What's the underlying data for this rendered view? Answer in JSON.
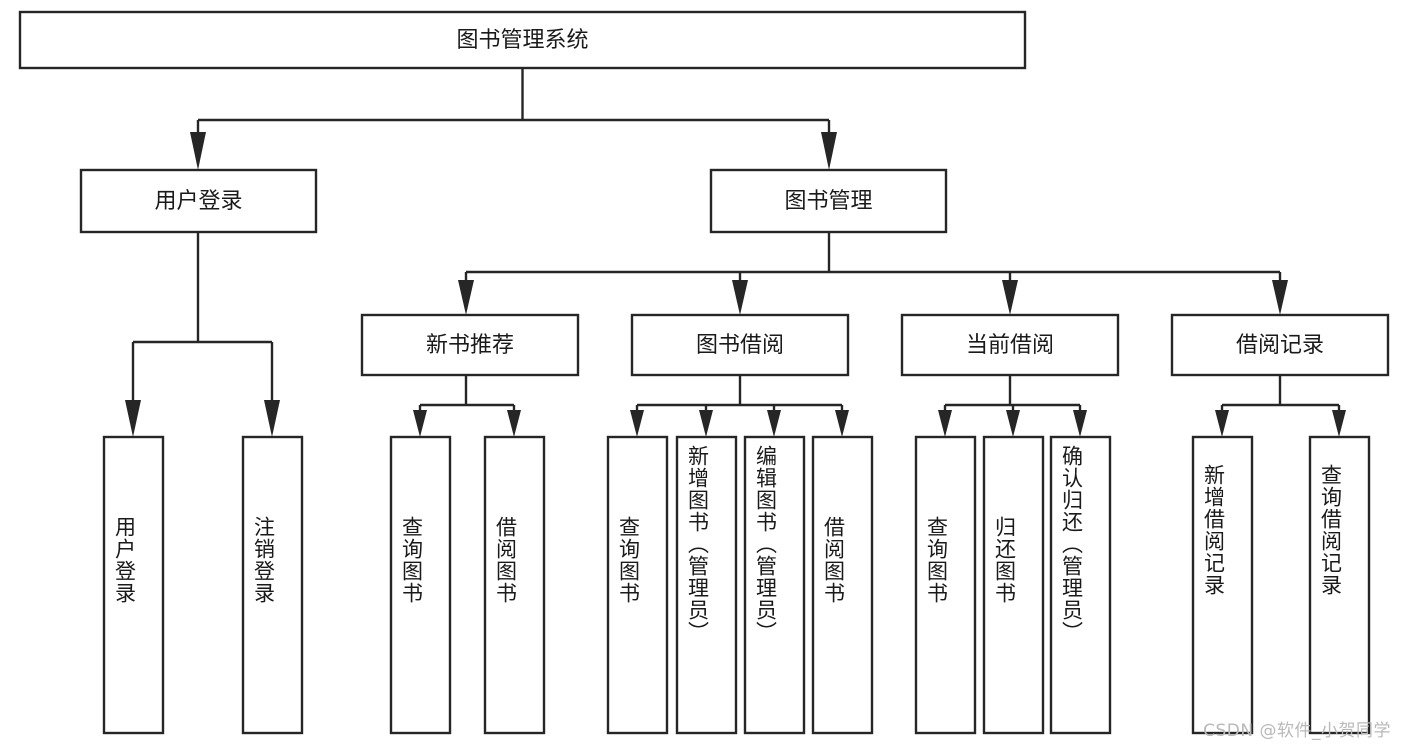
{
  "diagram": {
    "title": "图书管理系统",
    "type": "tree",
    "orientation": "top-down",
    "colors": {
      "box_stroke": "#262626",
      "box_fill": "#ffffff",
      "text": "#1a1a1a",
      "background": "#ffffff",
      "watermark": "#b9b9b9"
    },
    "root": {
      "label": "图书管理系统"
    },
    "level2": [
      {
        "label": "用户登录"
      },
      {
        "label": "图书管理"
      }
    ],
    "level3": [
      {
        "label": "新书推荐"
      },
      {
        "label": "图书借阅"
      },
      {
        "label": "当前借阅"
      },
      {
        "label": "借阅记录"
      }
    ],
    "leaves": {
      "user_login": [
        {
          "label": "用户登录"
        },
        {
          "label": "注销登录"
        }
      ],
      "new_book_recommend": [
        {
          "label": "查询图书"
        },
        {
          "label": "借阅图书"
        }
      ],
      "book_borrow": [
        {
          "label": "查询图书"
        },
        {
          "label": "新增图书（管理员）"
        },
        {
          "label": "编辑图书（管理员）"
        },
        {
          "label": "借阅图书"
        }
      ],
      "current_borrow": [
        {
          "label": "查询图书"
        },
        {
          "label": "归还图书"
        },
        {
          "label": "确认归还（管理员）"
        }
      ],
      "borrow_record": [
        {
          "label": "新增借阅记录"
        },
        {
          "label": "查询借阅记录"
        }
      ]
    }
  },
  "watermark": {
    "text": "CSDN @软件_小贺同学"
  }
}
